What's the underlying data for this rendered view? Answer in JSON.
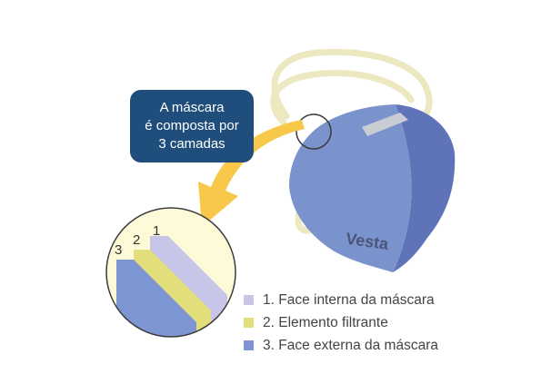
{
  "callout": {
    "lines": [
      "A máscara",
      "é composta por",
      "3 camadas"
    ]
  },
  "mask": {
    "brand": "Vesta",
    "colors": {
      "body": "#7a93cc",
      "side": "#5f73b8",
      "strap": "#ece8c0",
      "nose_clip": "#c9ccd2"
    }
  },
  "zoom": {
    "layer_numbers": [
      "3",
      "2",
      "1"
    ],
    "background": "#fdfad8"
  },
  "arrow": {
    "color": "#f7c84a"
  },
  "legend": [
    {
      "label": "1. Face interna da máscara",
      "color": "#c8c6e8"
    },
    {
      "label": "2. Elemento filtrante",
      "color": "#e2de7c"
    },
    {
      "label": "3. Face externa da máscara",
      "color": "#7d96d2"
    }
  ]
}
